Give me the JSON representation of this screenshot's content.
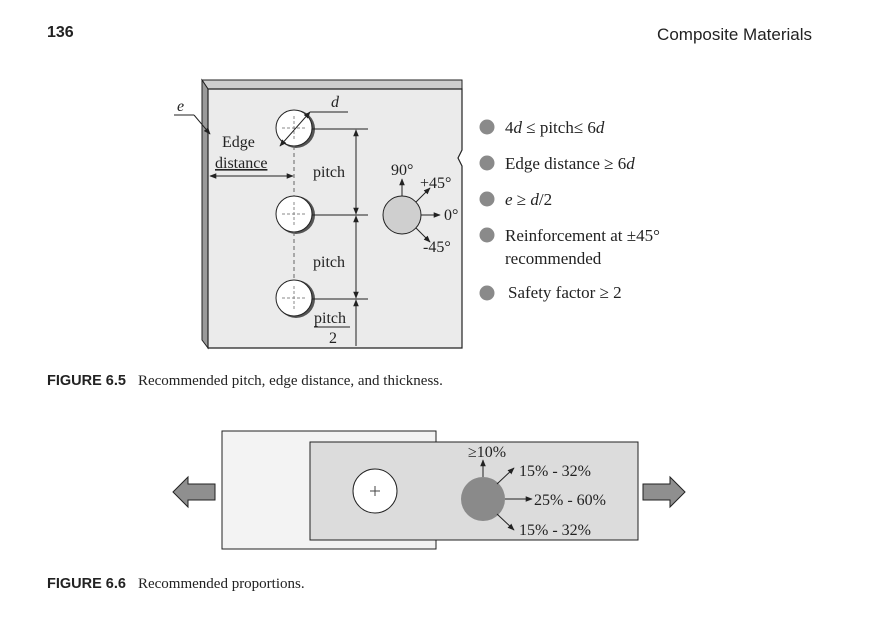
{
  "header": {
    "page_number": "136",
    "running_title": "Composite Materials"
  },
  "figure_6_5": {
    "label": "FIGURE 6.5",
    "caption": "Recommended pitch, edge distance, and thickness.",
    "labels": {
      "e": "e",
      "d": "d",
      "edge": "Edge",
      "distance": "distance",
      "pitch_1": "pitch",
      "pitch_2": "pitch",
      "pitch_half_num": "pitch",
      "pitch_half_den": "2",
      "angle_90": "90°",
      "angle_p45": "+45°",
      "angle_0": "0°",
      "angle_m45": "-45°"
    },
    "bullets": [
      {
        "parts": [
          "4",
          "d",
          " ≤ pitch≤ 6",
          "d"
        ]
      },
      {
        "parts": [
          "Edge distance ≥ 6",
          "d"
        ]
      },
      {
        "parts": [
          "e",
          " ≥ ",
          "d",
          "/2"
        ]
      },
      {
        "line1": "Reinforcement at ±45°",
        "line2": "recommended"
      },
      {
        "text": "Safety factor ≥ 2"
      }
    ],
    "colors": {
      "bullet": "#8a8a8a",
      "plate": "#ebebeb",
      "disk": "#cfcfcf"
    }
  },
  "figure_6_6": {
    "label": "FIGURE 6.6",
    "caption": "Recommended proportions.",
    "labels": {
      "top": "≥10%",
      "upper": "15% - 32%",
      "middle": "25% - 60%",
      "lower": "15% - 32%"
    },
    "colors": {
      "arrow": "#8f8f8f",
      "disk": "#8a8a8a",
      "overlap_plate": "#dcdcdc"
    }
  }
}
